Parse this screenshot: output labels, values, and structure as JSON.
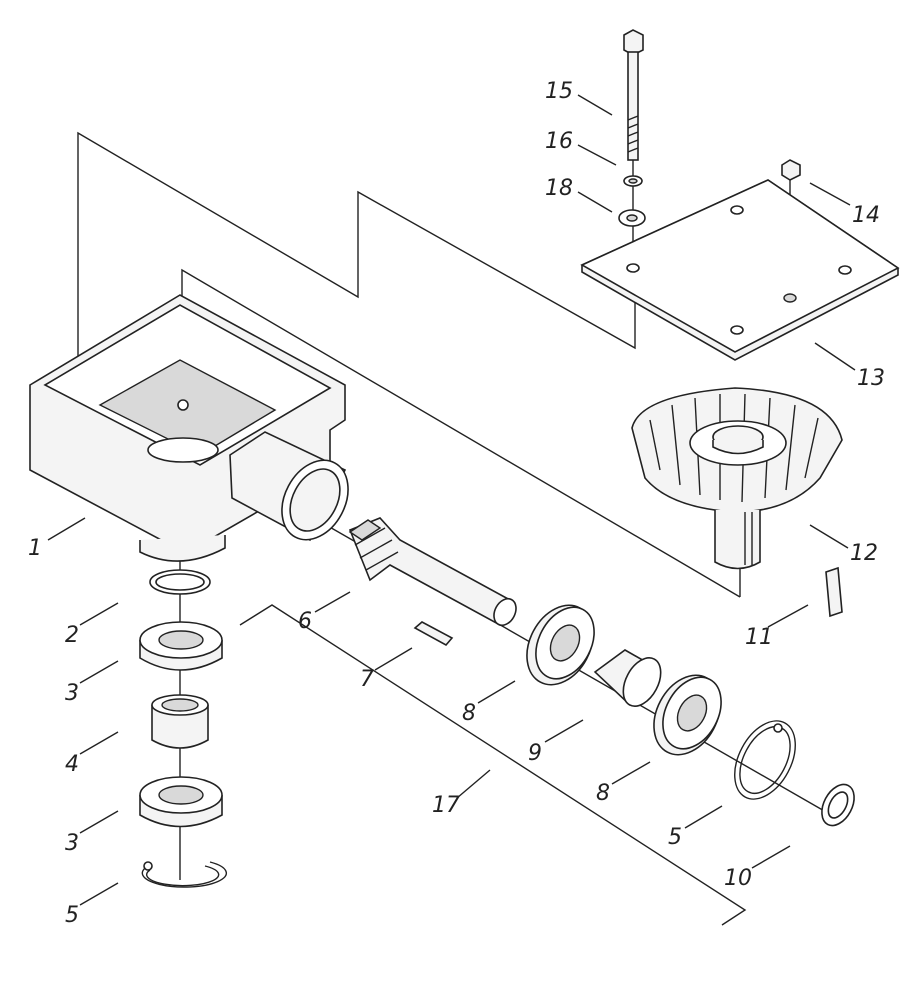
{
  "callouts": [
    {
      "id": "c1",
      "text": "1"
    },
    {
      "id": "c2",
      "text": "2"
    },
    {
      "id": "c3a",
      "text": "3"
    },
    {
      "id": "c4",
      "text": "4"
    },
    {
      "id": "c3b",
      "text": "3"
    },
    {
      "id": "c5a",
      "text": "5"
    },
    {
      "id": "c6",
      "text": "6"
    },
    {
      "id": "c7",
      "text": "7"
    },
    {
      "id": "c8a",
      "text": "8"
    },
    {
      "id": "c9",
      "text": "9"
    },
    {
      "id": "c8b",
      "text": "8"
    },
    {
      "id": "c5b",
      "text": "5"
    },
    {
      "id": "c10",
      "text": "10"
    },
    {
      "id": "c11",
      "text": "11"
    },
    {
      "id": "c12",
      "text": "12"
    },
    {
      "id": "c13",
      "text": "13"
    },
    {
      "id": "c14",
      "text": "14"
    },
    {
      "id": "c15",
      "text": "15"
    },
    {
      "id": "c16",
      "text": "16"
    },
    {
      "id": "c17",
      "text": "17"
    },
    {
      "id": "c18",
      "text": "18"
    }
  ],
  "colors": {
    "line": "#222222",
    "fill": "#f4f4f4",
    "background": "#ffffff"
  }
}
